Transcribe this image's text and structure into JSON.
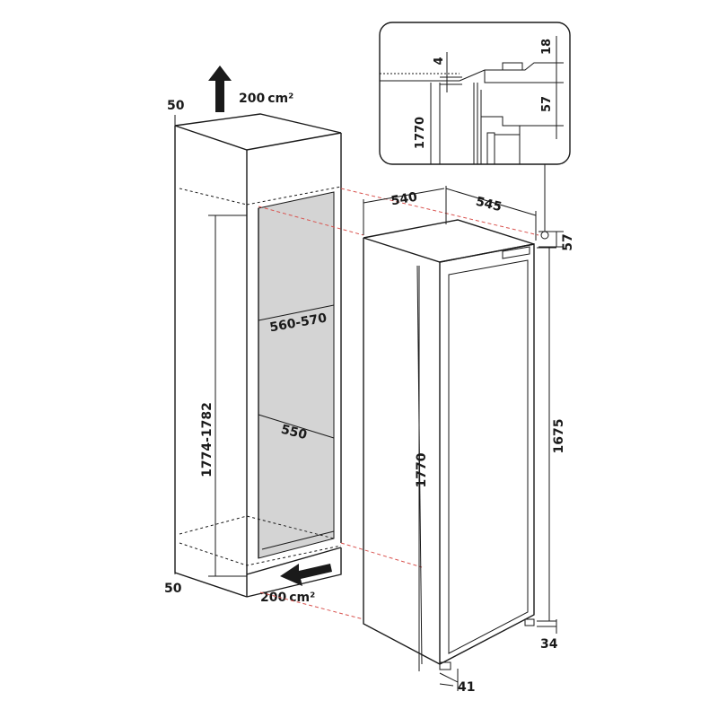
{
  "colors": {
    "line": "#1a1a1a",
    "niche_interior": "#d4d4d4",
    "alignment_dash": "#d9534f"
  },
  "icons": {
    "vent_top_arrow": "arrow-up-icon",
    "vent_bottom_arrow": "arrow-right-icon"
  },
  "niche": {
    "vent_top": {
      "value": "200",
      "unit": "cm²"
    },
    "vent_bottom": {
      "value": "200",
      "unit": "cm²"
    },
    "clearance_top": "50",
    "clearance_bottom": "50",
    "height": "1774-1782",
    "width": "560-570",
    "depth": "550"
  },
  "appliance": {
    "width": "540",
    "depth": "545",
    "top_gap": "57",
    "height": "1770",
    "door_height": "1675",
    "foot_height": "34",
    "foot_depth": "41"
  },
  "detail": {
    "gap_4": "4",
    "gap_18": "18",
    "gap_57": "57",
    "height": "1770"
  }
}
